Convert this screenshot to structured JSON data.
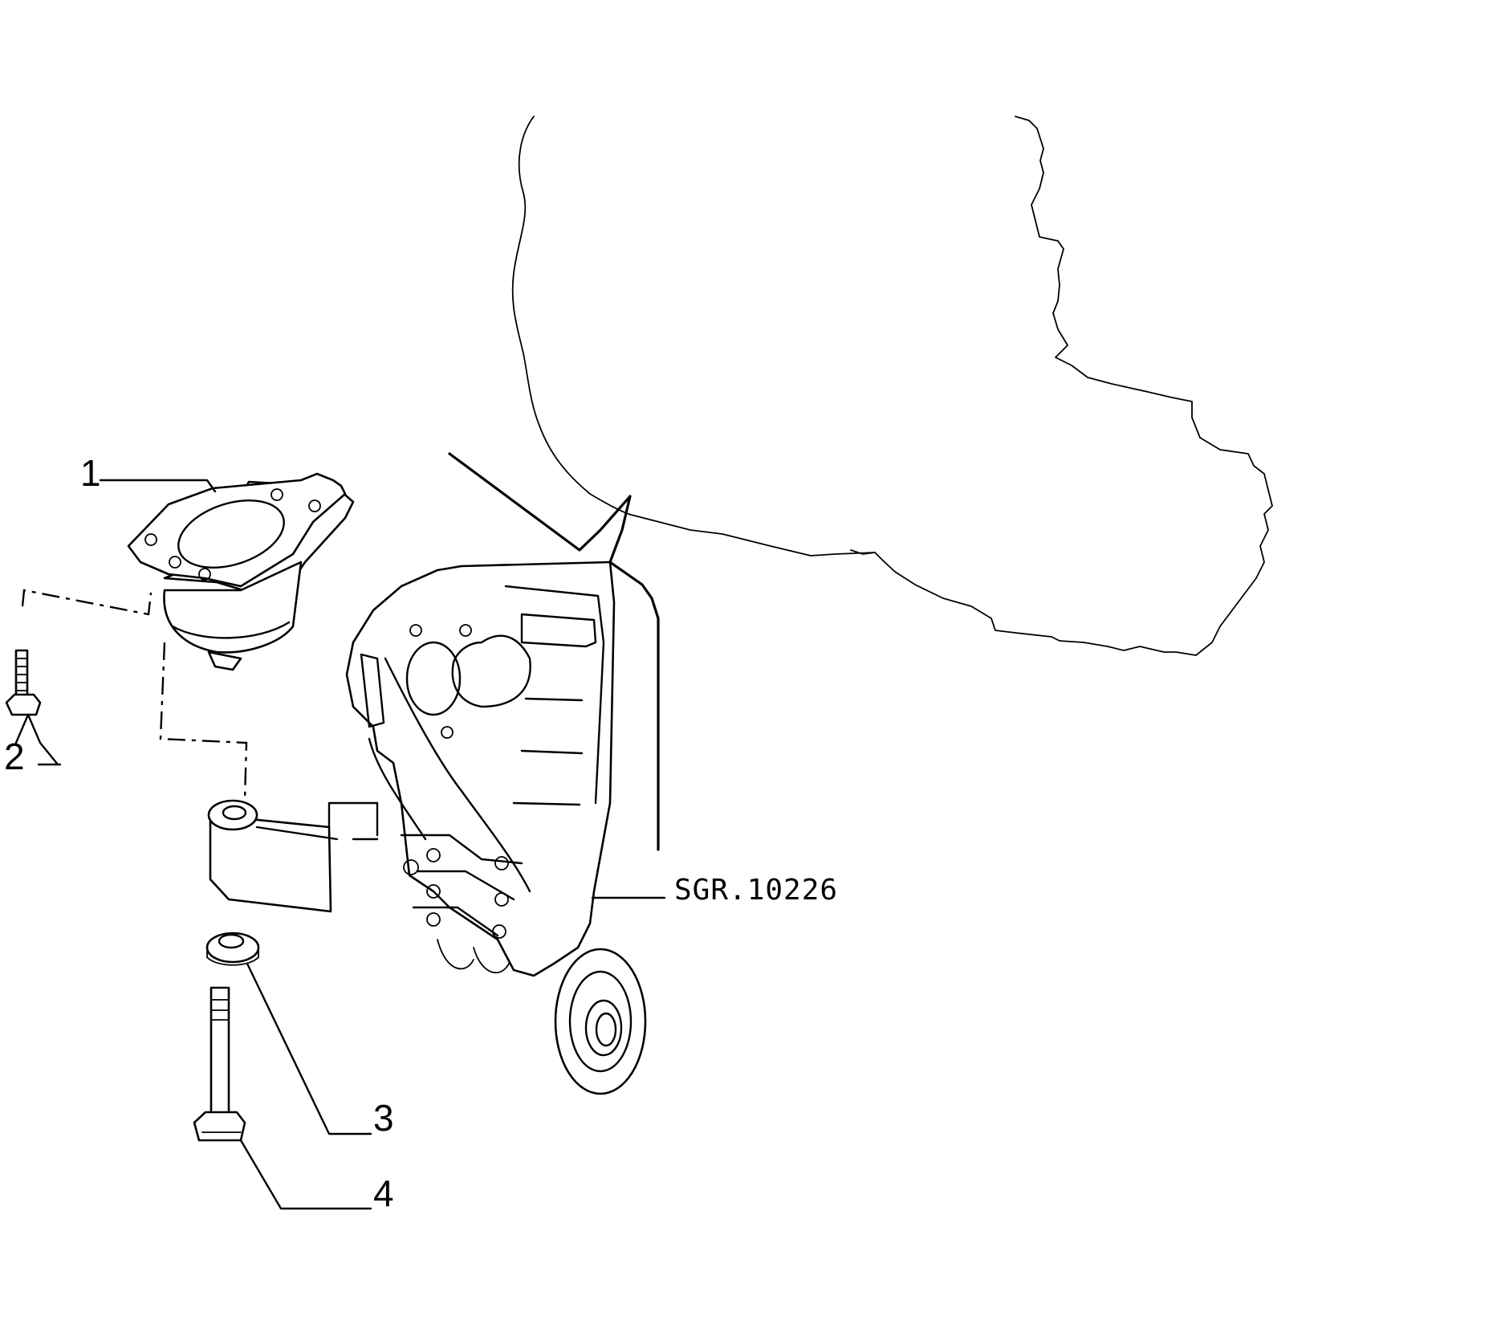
{
  "diagram": {
    "reference_code": "SGR.10226",
    "callouts": [
      {
        "id": "1",
        "label": "1"
      },
      {
        "id": "2",
        "label": "2"
      },
      {
        "id": "3",
        "label": "3"
      },
      {
        "id": "4",
        "label": "4"
      }
    ]
  }
}
